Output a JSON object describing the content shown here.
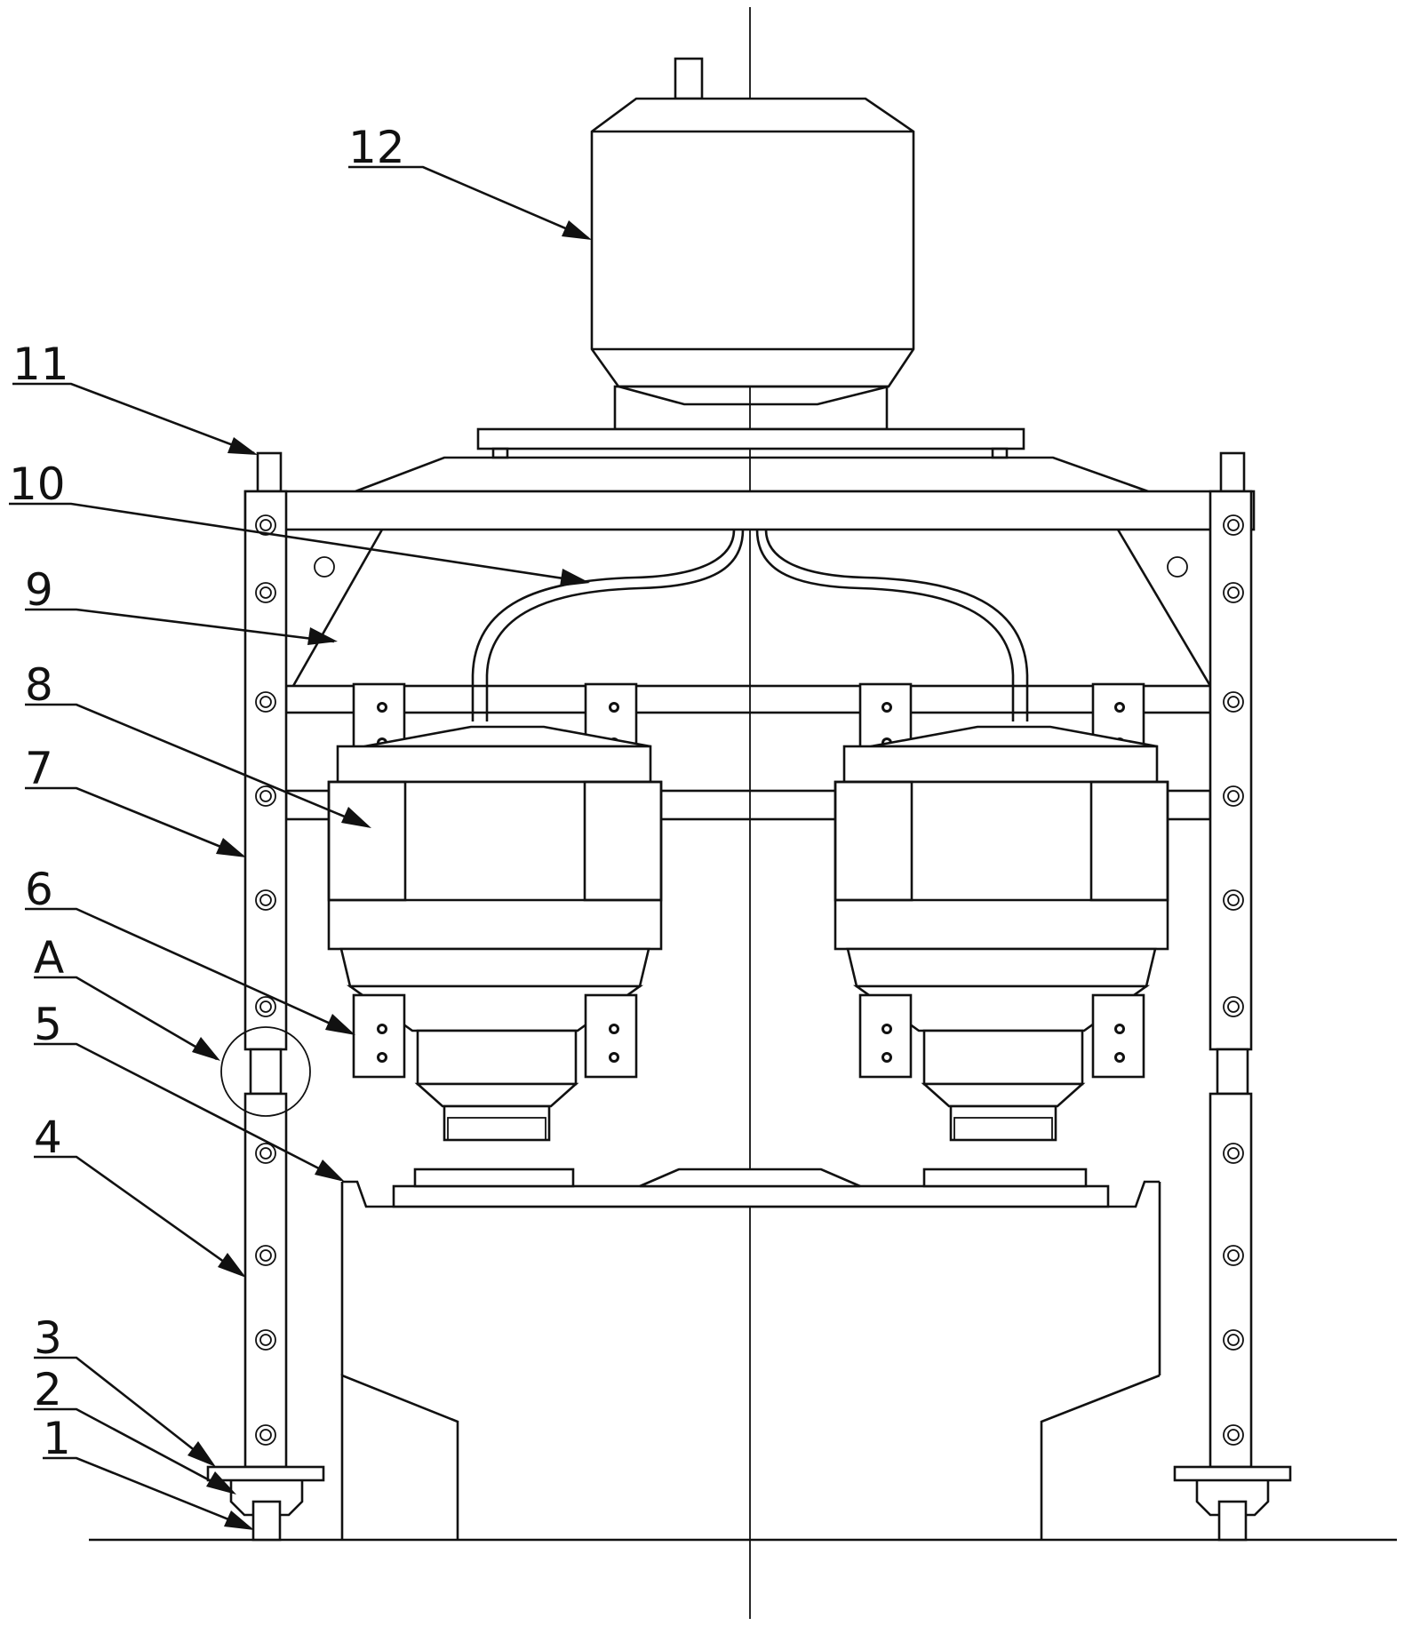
{
  "labels": [
    {
      "id": "12",
      "text": "12"
    },
    {
      "id": "11",
      "text": "11"
    },
    {
      "id": "10",
      "text": "10"
    },
    {
      "id": "9",
      "text": "9"
    },
    {
      "id": "8",
      "text": "8"
    },
    {
      "id": "7",
      "text": "7"
    },
    {
      "id": "6",
      "text": "6"
    },
    {
      "id": "A",
      "text": "A"
    },
    {
      "id": "5",
      "text": "5"
    },
    {
      "id": "4",
      "text": "4"
    },
    {
      "id": "3",
      "text": "3"
    },
    {
      "id": "2",
      "text": "2"
    },
    {
      "id": "1",
      "text": "1"
    }
  ]
}
